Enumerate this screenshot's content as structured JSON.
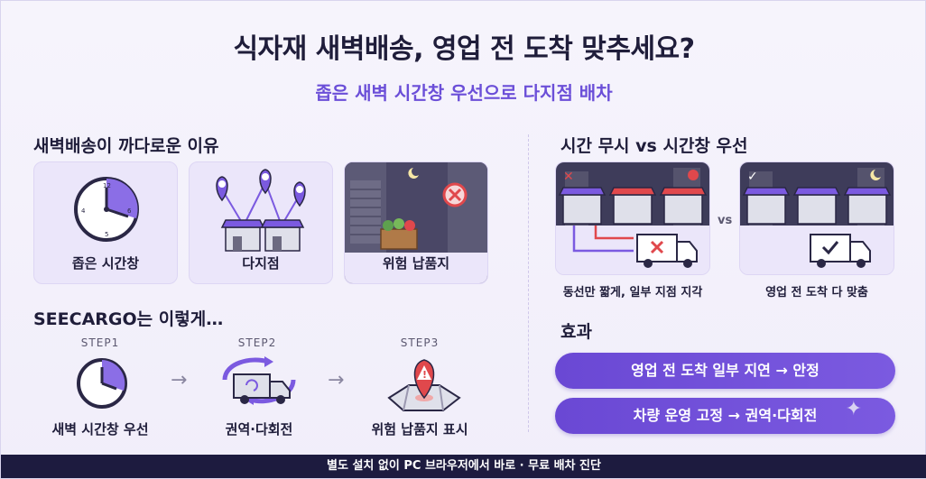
{
  "header": {
    "title": "식자재 새벽배송, 영업 전 도착 맞추세요?",
    "subtitle": "좁은 새벽 시간창 우선으로 다지점 배차"
  },
  "reasons": {
    "heading": "새벽배송이 까다로운 이유",
    "items": [
      {
        "label": "좁은 시간창",
        "icon": "clock-icon"
      },
      {
        "label": "다지점",
        "icon": "multi-store-pins-icon"
      },
      {
        "label": "위험 납품지",
        "icon": "dark-alley-icon"
      }
    ]
  },
  "seecargo": {
    "heading": "SEECARGO는 이렇게…",
    "steps": [
      {
        "step": "STEP1",
        "label": "새벽 시간창 우선",
        "icon": "clock-icon"
      },
      {
        "step": "STEP2",
        "label": "권역·다회전",
        "icon": "truck-cycle-icon"
      },
      {
        "step": "STEP3",
        "label": "위험 납품지 표시",
        "icon": "warning-map-pin-icon"
      }
    ],
    "arrow": "→"
  },
  "comparison": {
    "heading": "시간 무시 vs 시간창 우선",
    "vs": "vs",
    "left": {
      "caption": "동선만 짧게, 일부 지점 지각",
      "mark": "✕"
    },
    "right": {
      "caption": "영업 전 도착 다 맞춤",
      "mark": "✓"
    }
  },
  "effects": {
    "heading": "효과",
    "items": [
      "영업 전 도착 일부 지연 → 안정",
      "차량 운영 고정 → 권역·다회전"
    ]
  },
  "footer": {
    "text": "별도 설치 없이 PC 브라우저에서 바로 · 무료 배차 진단"
  },
  "colors": {
    "accent": "#6b4fd8",
    "navy": "#1d1b3f",
    "card_bg": "#ebe6fa",
    "alert_red": "#e0484c"
  }
}
